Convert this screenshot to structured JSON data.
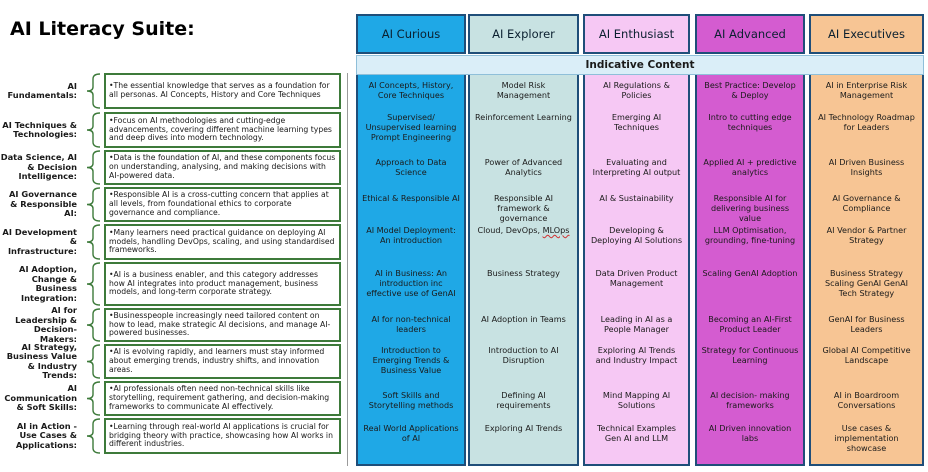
{
  "title": "AI Literacy Suite:",
  "indicative_label": "Indicative Content",
  "colors": {
    "curious": "#1fa8e6",
    "explorer": "#c8e2e2",
    "enthusiast": "#f6c8f4",
    "advanced": "#d45cd0",
    "executives": "#f7c594",
    "border": "#1f4e79",
    "desc_border": "#3d7a3a"
  },
  "columns": [
    {
      "name": "AI Curious"
    },
    {
      "name": "AI Explorer"
    },
    {
      "name": "AI Enthusiast"
    },
    {
      "name": "AI Advanced"
    },
    {
      "name": "AI Executives"
    }
  ],
  "categories": [
    {
      "label": "AI Fundamentals:",
      "desc": "•The essential knowledge that serves as a foundation for all personas. AI Concepts, History and Core Techniques",
      "cells": [
        "AI Concepts, History, Core Techniques",
        "Model Risk Management",
        "AI Regulations & Policies",
        "Best Practice: Develop & Deploy",
        "AI in Enterprise Risk Management"
      ]
    },
    {
      "label": "AI Techniques & Technologies:",
      "desc": "•Focus on AI methodologies and cutting-edge advancements, covering different machine learning types and deep dives into modern technology.",
      "cells": [
        "Supervised/ Unsupervised learning Prompt Engineering",
        "Reinforcement Learning",
        "Emerging AI Techniques",
        "Intro to cutting edge techniques",
        "AI Technology Roadmap for Leaders"
      ]
    },
    {
      "label": "Data Science, AI & Decision Intelligence:",
      "desc": "•Data is the foundation of AI, and these components focus on understanding, analysing, and making decisions with AI-powered data.",
      "cells": [
        "Approach to Data Science",
        "Power of Advanced Analytics",
        "Evaluating and Interpreting AI output",
        "Applied AI + predictive analytics",
        "AI Driven Business Insights"
      ]
    },
    {
      "label": "AI Governance & Responsible AI:",
      "desc": "•Responsible AI is a cross-cutting concern that applies at all levels, from foundational ethics to corporate governance and compliance.",
      "cells": [
        "Ethical & Responsible AI",
        "Responsible AI framework & governance",
        "AI & Sustainability",
        "Responsible AI for delivering business value",
        "AI Governance & Compliance"
      ]
    },
    {
      "label": "AI Development & Infrastructure:",
      "desc": "•Many learners need practical guidance on deploying AI models, handling DevOps, scaling, and using standardised frameworks.",
      "cells": [
        "AI Model Deployment: An introduction",
        "Cloud, DevOps, MLOps",
        "Developing & Deploying AI Solutions",
        "LLM Optimisation, grounding, fine-tuning",
        "AI Vendor & Partner Strategy"
      ]
    },
    {
      "label": "AI Adoption, Change & Business Integration:",
      "desc": "•AI is a business enabler, and this category addresses how AI integrates into product management, business models, and long-term corporate strategy.",
      "cells": [
        "AI in Business: An introduction inc effective use of GenAI",
        "Business Strategy",
        "Data Driven Product Management",
        "Scaling GenAI Adoption",
        "Business Strategy Scaling GenAI GenAI Tech Strategy"
      ]
    },
    {
      "label": "AI for Leadership & Decision-Makers:",
      "desc": "•Businesspeople increasingly need tailored content on how to lead, make strategic AI decisions, and manage AI-powered businesses.",
      "cells": [
        "AI for non-technical leaders",
        "AI Adoption in Teams",
        "Leading in AI as a People Manager",
        "Becoming an AI-First Product Leader",
        "GenAI for Business Leaders"
      ]
    },
    {
      "label": "AI Strategy, Business Value & Industry Trends:",
      "desc": "•AI is evolving rapidly, and learners must stay informed about emerging trends, industry shifts, and innovation areas.",
      "cells": [
        "Introduction to Emerging Trends & Business Value",
        "Introduction to AI Disruption",
        "Exploring AI Trends and Industry Impact",
        "Strategy for Continuous Learning",
        "Global AI Competitive Landscape"
      ]
    },
    {
      "label": "AI Communication & Soft Skills:",
      "desc": "•AI professionals often need non-technical skills like storytelling, requirement gathering, and decision-making frameworks to communicate AI effectively.",
      "cells": [
        "Soft Skills and Storytelling methods",
        "Defining AI requirements",
        "Mind Mapping AI Solutions",
        "AI decision- making frameworks",
        "AI in Boardroom Conversations"
      ]
    },
    {
      "label": "AI in Action - Use Cases & Applications:",
      "desc": "•Learning through real-world AI applications is crucial for bridging theory with practice, showcasing how AI works in different industries.",
      "cells": [
        "Real World Applications of AI",
        "Exploring AI Trends",
        "Technical Examples Gen AI and LLM",
        "AI Driven innovation labs",
        "Use cases & implementation showcase"
      ]
    }
  ]
}
